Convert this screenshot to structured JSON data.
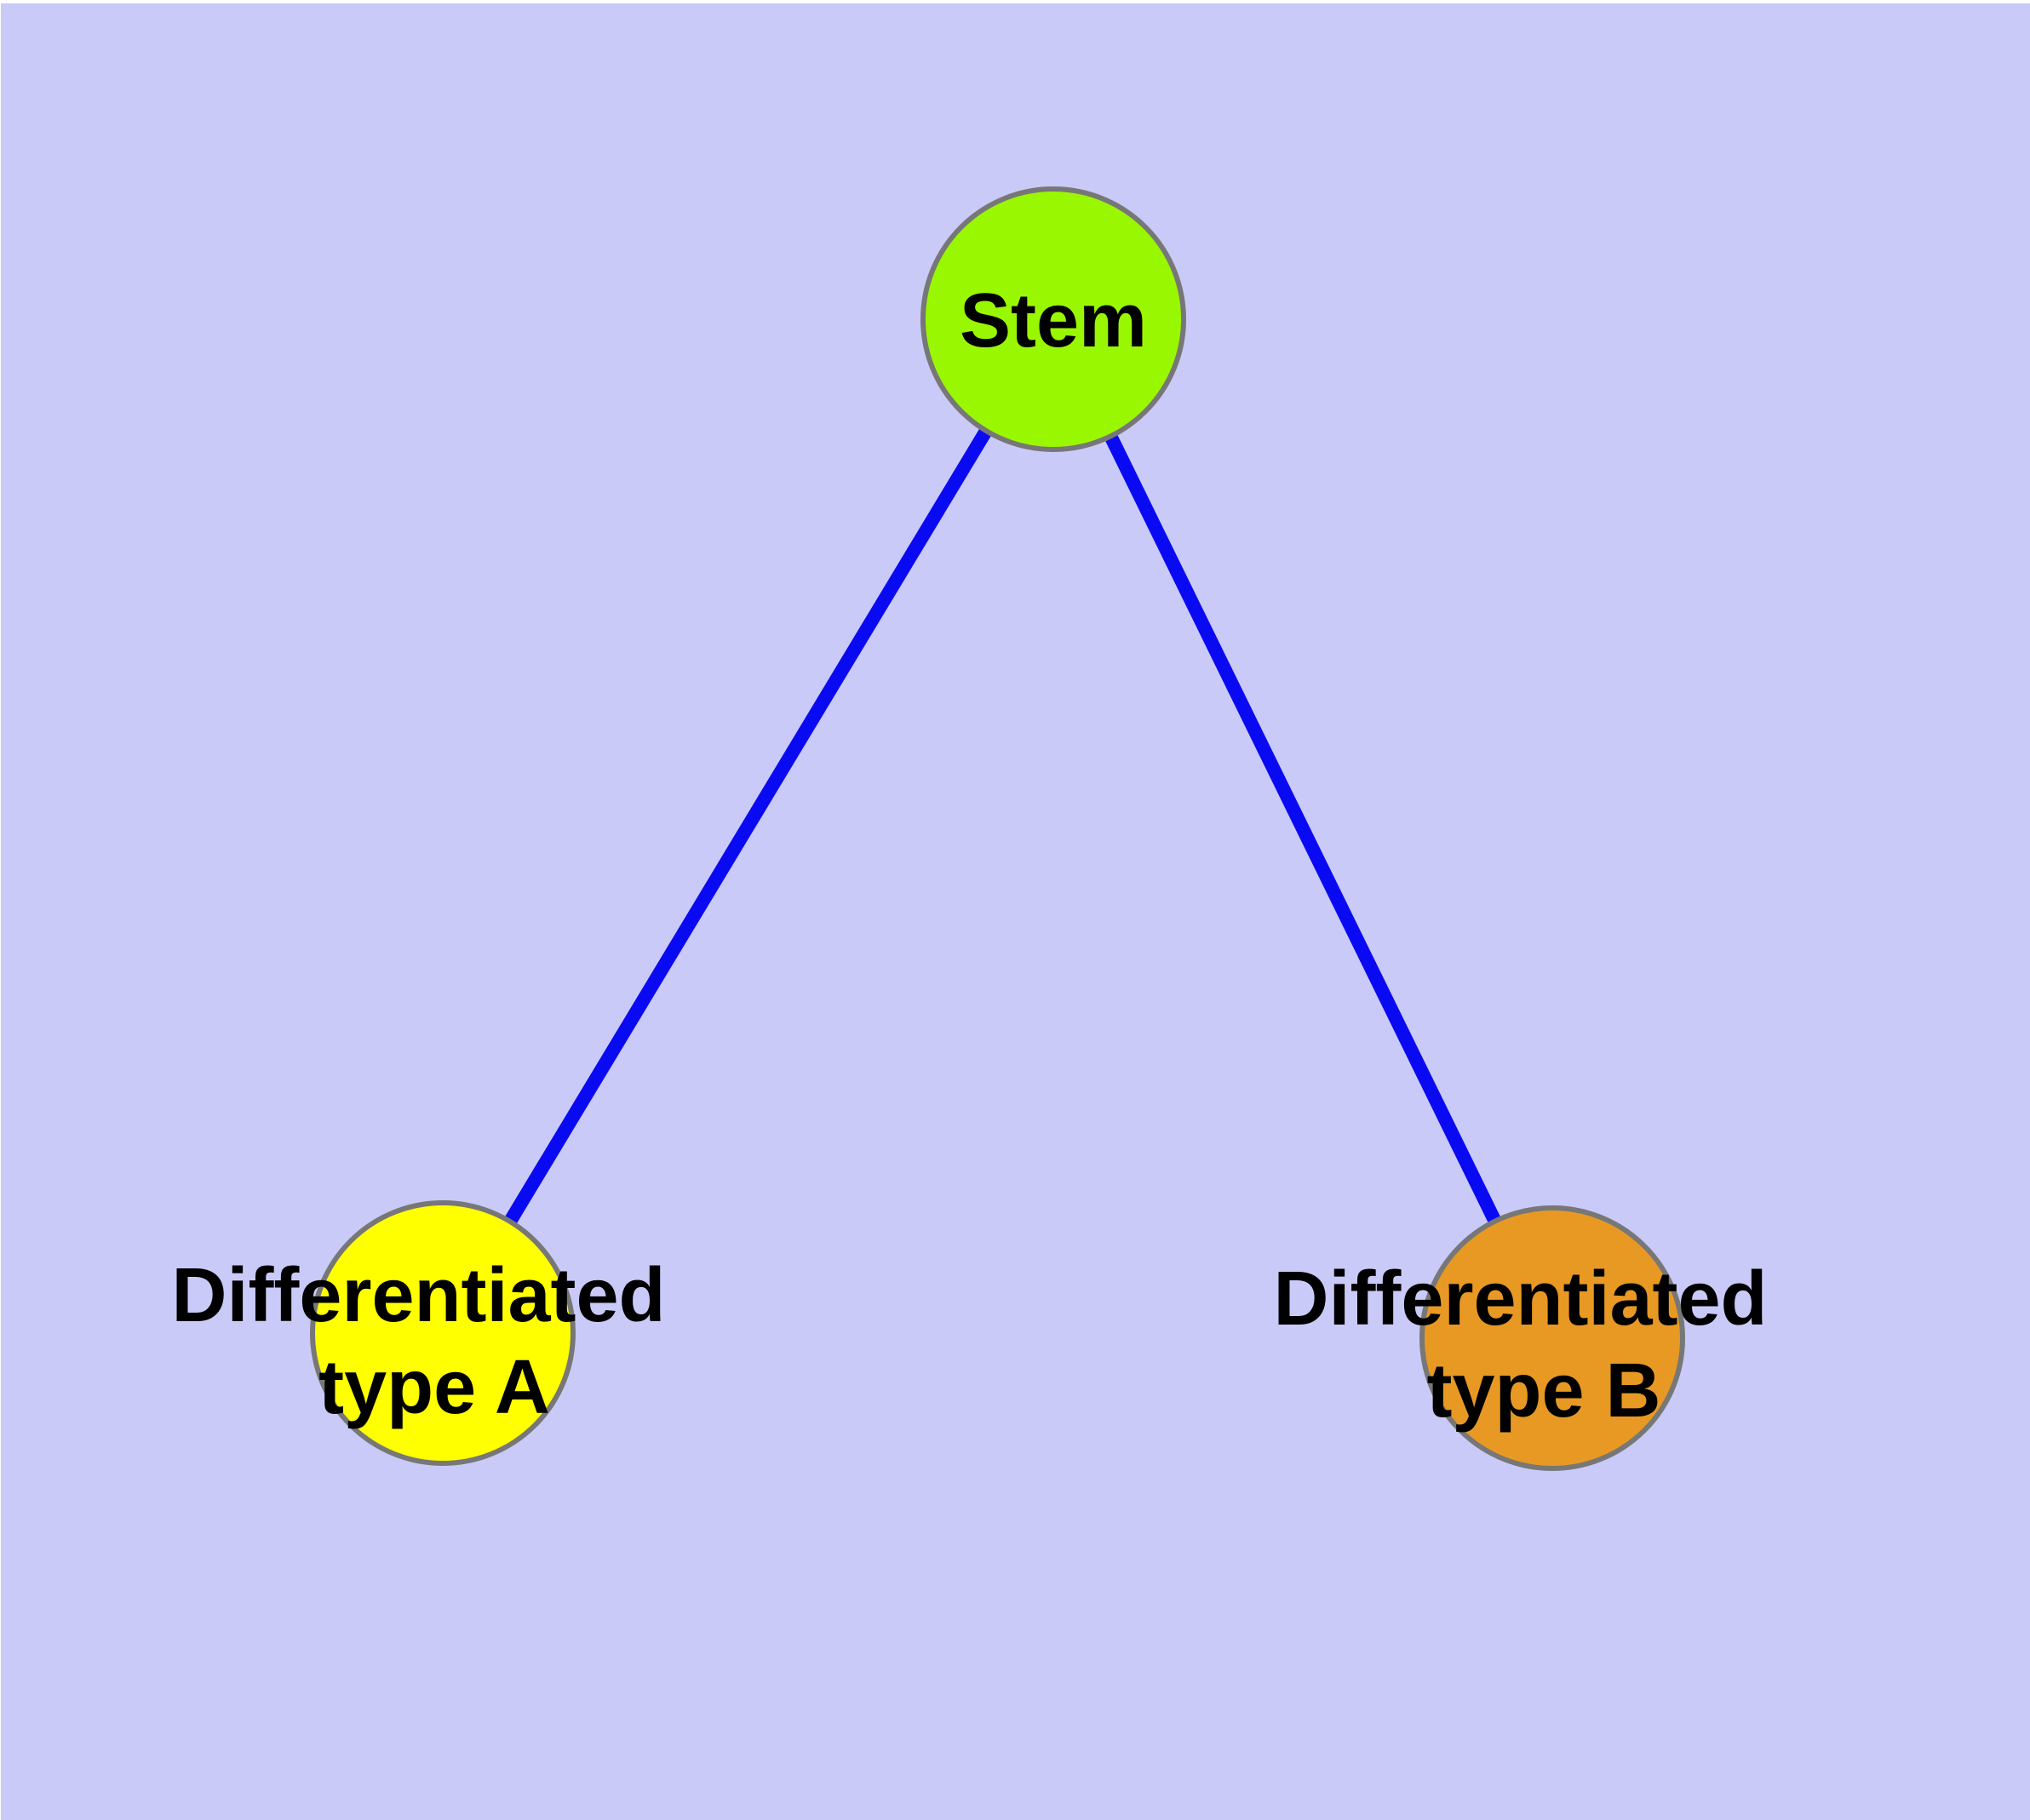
{
  "diagram_type": "cell-differentiation-graph",
  "nodes": {
    "stem": {
      "label": "Stem",
      "fill": "#99f801"
    },
    "type_a": {
      "label_line1": "Differentiated",
      "label_line2": "type A",
      "label_full": "Differentiated type A",
      "fill": "#ffff00"
    },
    "type_b": {
      "label_line1": "Differentiated",
      "label_line2": "type B",
      "label_full": "Differentiated type B",
      "fill": "#e89923"
    }
  },
  "edges": [
    {
      "from": "Stem",
      "to": "Differentiated type A"
    },
    {
      "from": "Stem",
      "to": "Differentiated type B"
    }
  ],
  "colors": {
    "background": "#cacaf8",
    "frame": "#ffffff",
    "node_border": "#777777",
    "edge": "#0a0af2",
    "label_text": "#000000"
  }
}
